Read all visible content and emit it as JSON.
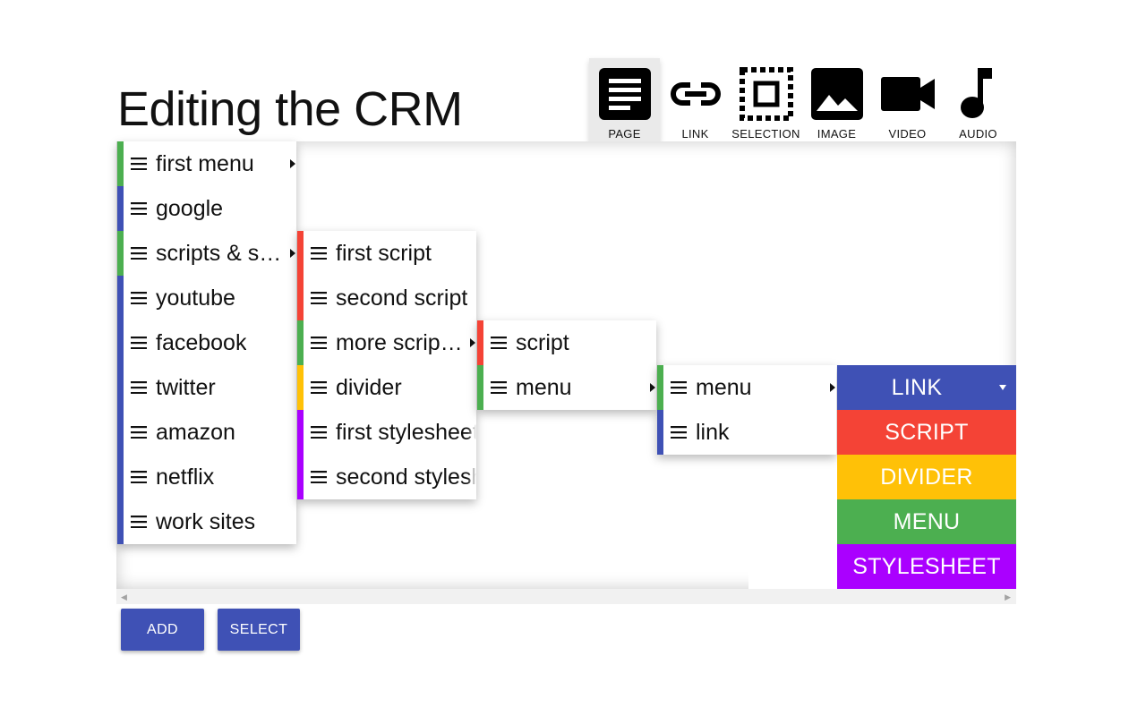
{
  "page": {
    "title": "Editing the CRM"
  },
  "context_toolbar": {
    "items": [
      {
        "label": "PAGE",
        "icon": "page-icon",
        "selected": true
      },
      {
        "label": "LINK",
        "icon": "link-icon"
      },
      {
        "label": "SELECTION",
        "icon": "selection-icon"
      },
      {
        "label": "IMAGE",
        "icon": "image-icon"
      },
      {
        "label": "VIDEO",
        "icon": "video-icon"
      },
      {
        "label": "AUDIO",
        "icon": "audio-icon"
      }
    ]
  },
  "colors": {
    "link": "#3f51b5",
    "script": "#f44336",
    "divider": "#ffc107",
    "menu": "#4caf50",
    "stylesheet": "#aa00ff",
    "button": "#3f51b5"
  },
  "tree": {
    "columns": [
      {
        "items": [
          {
            "label": "first menu",
            "type": "menu",
            "submenu": true
          },
          {
            "label": "google",
            "type": "link"
          },
          {
            "label": "scripts & styles",
            "display": "scripts & s…",
            "type": "menu",
            "submenu": true
          },
          {
            "label": "youtube",
            "type": "link"
          },
          {
            "label": "facebook",
            "type": "link"
          },
          {
            "label": "twitter",
            "type": "link"
          },
          {
            "label": "amazon",
            "type": "link"
          },
          {
            "label": "netflix",
            "type": "link"
          },
          {
            "label": "work sites",
            "type": "link"
          }
        ]
      },
      {
        "items": [
          {
            "label": "first script",
            "type": "script"
          },
          {
            "label": "second script",
            "type": "script"
          },
          {
            "label": "more scripts",
            "display": "more scrip…",
            "type": "menu",
            "submenu": true
          },
          {
            "label": "divider",
            "type": "divider"
          },
          {
            "label": "first stylesheet",
            "type": "stylesheet"
          },
          {
            "label": "second stylesheet",
            "type": "stylesheet"
          }
        ]
      },
      {
        "items": [
          {
            "label": "script",
            "type": "script"
          },
          {
            "label": "menu",
            "type": "menu",
            "submenu": true
          }
        ]
      },
      {
        "items": [
          {
            "label": "menu",
            "type": "menu",
            "submenu": true
          },
          {
            "label": "link",
            "type": "link"
          }
        ]
      }
    ]
  },
  "type_selector": {
    "options": [
      {
        "label": "LINK",
        "type": "link",
        "selected": true
      },
      {
        "label": "SCRIPT",
        "type": "script"
      },
      {
        "label": "DIVIDER",
        "type": "divider"
      },
      {
        "label": "MENU",
        "type": "menu"
      },
      {
        "label": "STYLESHEET",
        "type": "stylesheet"
      }
    ]
  },
  "buttons": {
    "add": "ADD",
    "select": "SELECT"
  }
}
